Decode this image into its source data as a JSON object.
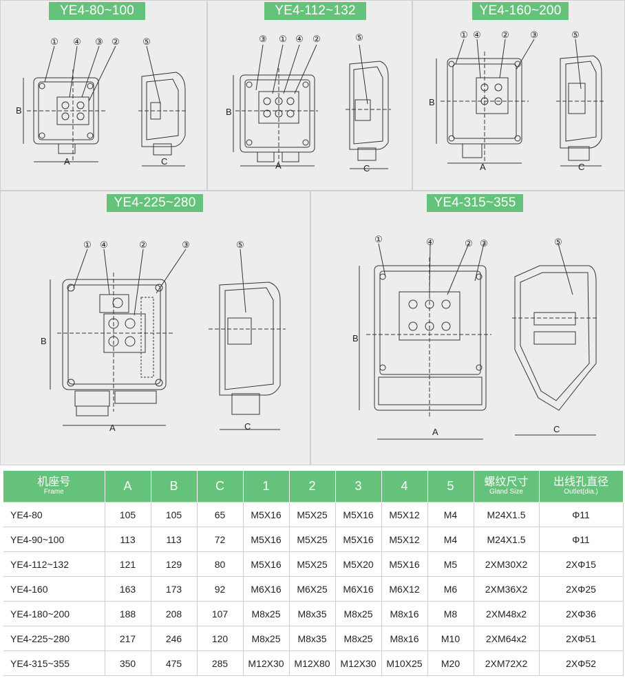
{
  "panels": [
    {
      "id": "p1",
      "title": "YE4-80~100",
      "callouts": [
        "①",
        "④",
        "③",
        "②",
        "⑤"
      ],
      "dims": [
        "B",
        "A",
        "C"
      ]
    },
    {
      "id": "p2",
      "title": "YE4-112~132",
      "callouts": [
        "③",
        "①",
        "④",
        "②",
        "⑤"
      ],
      "dims": [
        "B",
        "A",
        "C"
      ]
    },
    {
      "id": "p3",
      "title": "YE4-160~200",
      "callouts": [
        "①",
        "④",
        "②",
        "③",
        "⑤"
      ],
      "dims": [
        "B",
        "A",
        "C"
      ]
    },
    {
      "id": "p4",
      "title": "YE4-225~280",
      "callouts": [
        "①",
        "④",
        "②",
        "③",
        "⑤"
      ],
      "dims": [
        "B",
        "A",
        "C"
      ]
    },
    {
      "id": "p5",
      "title": "YE4-315~355",
      "callouts": [
        "①",
        "④",
        "②",
        "③",
        "⑤"
      ],
      "dims": [
        "B",
        "A",
        "C"
      ]
    }
  ],
  "table": {
    "headers": [
      {
        "cn": "机座号",
        "en": "Frame"
      },
      {
        "cn": "A"
      },
      {
        "cn": "B"
      },
      {
        "cn": "C"
      },
      {
        "cn": "1"
      },
      {
        "cn": "2"
      },
      {
        "cn": "3"
      },
      {
        "cn": "4"
      },
      {
        "cn": "5"
      },
      {
        "cn": "螺纹尺寸",
        "en": "Gland Size"
      },
      {
        "cn": "出线孔直径",
        "en": "Outlet(dia.)"
      }
    ],
    "rows": [
      [
        "YE4-80",
        "105",
        "105",
        "65",
        "M5X16",
        "M5X25",
        "M5X16",
        "M5X12",
        "M4",
        "M24X1.5",
        "Φ11"
      ],
      [
        "YE4-90~100",
        "113",
        "113",
        "72",
        "M5X16",
        "M5X25",
        "M5X16",
        "M5X12",
        "M4",
        "M24X1.5",
        "Φ11"
      ],
      [
        "YE4-112~132",
        "121",
        "129",
        "80",
        "M5X16",
        "M5X25",
        "M5X20",
        "M5X16",
        "M5",
        "2XM30X2",
        "2XΦ15"
      ],
      [
        "YE4-160",
        "163",
        "173",
        "92",
        "M6X16",
        "M6X25",
        "M6X16",
        "M6X12",
        "M6",
        "2XM36X2",
        "2XΦ25"
      ],
      [
        "YE4-180~200",
        "188",
        "208",
        "107",
        "M8x25",
        "M8x35",
        "M8x25",
        "M8x16",
        "M8",
        "2XM48x2",
        "2XΦ36"
      ],
      [
        "YE4-225~280",
        "217",
        "246",
        "120",
        "M8x25",
        "M8x35",
        "M8x25",
        "M8x16",
        "M10",
        "2XM64x2",
        "2XΦ51"
      ],
      [
        "YE4-315~355",
        "350",
        "475",
        "285",
        "M12X30",
        "M12X80",
        "M12X30",
        "M10X25",
        "M20",
        "2XM72X2",
        "2XΦ52"
      ]
    ]
  }
}
